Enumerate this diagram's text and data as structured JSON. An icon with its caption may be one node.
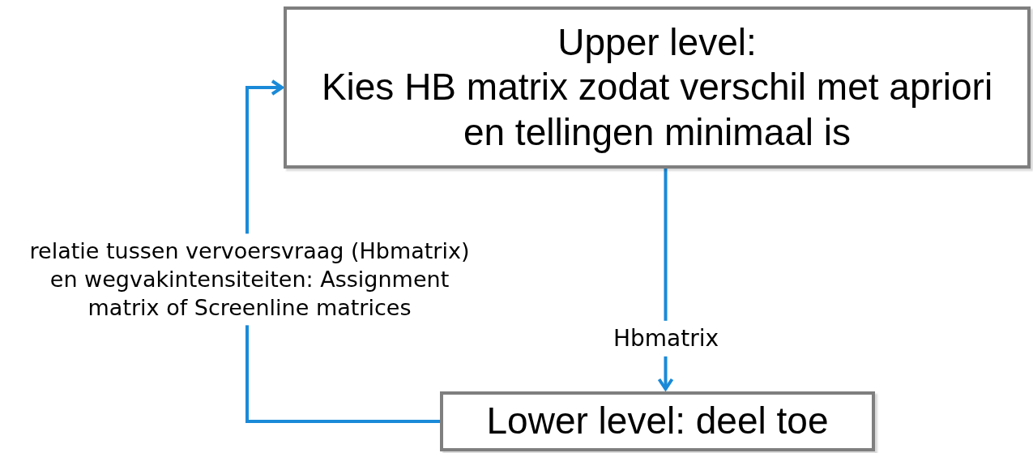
{
  "diagram": {
    "nodes": [
      {
        "text": [
          "Upper level:",
          "Kies HB matrix zodat verschil met apriori en tellingen minimaal is"
        ]
      },
      {
        "text": [
          "Lower level: deel toe"
        ]
      }
    ],
    "edges": [
      {
        "from": 0,
        "to": 1,
        "arrow": "to",
        "label": "Hbmatrix"
      },
      {
        "from": 1,
        "to": 0,
        "arrow": "to",
        "label": "relatie tussen vervoersvraag (Hbmatrix) en wegvakintensiteiten: Assignment matrix of Screenline matrices"
      }
    ]
  }
}
